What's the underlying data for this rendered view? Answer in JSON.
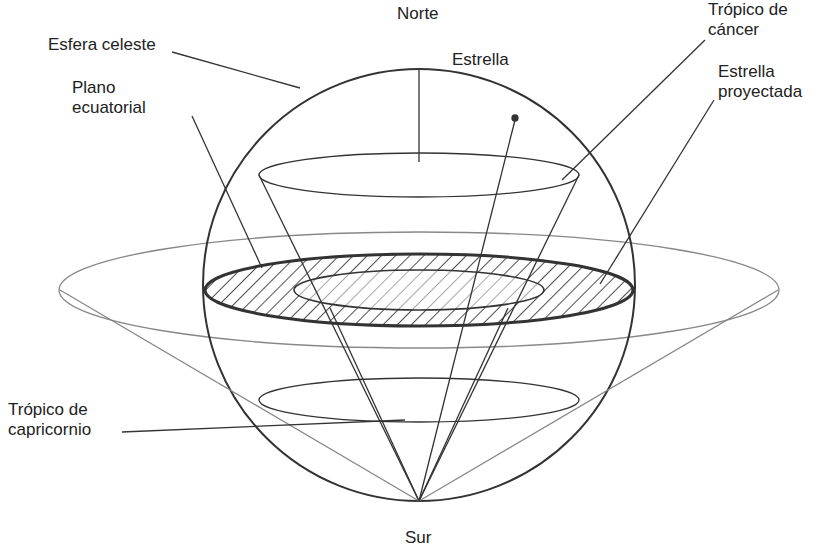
{
  "diagram": {
    "labels": [
      "Norte",
      "Esfera celeste",
      "Estrella",
      "Trópico de cáncer",
      "Estrella proyectada",
      "Plano ecuatorial",
      "Trópico de capricornio",
      "Sur"
    ]
  }
}
